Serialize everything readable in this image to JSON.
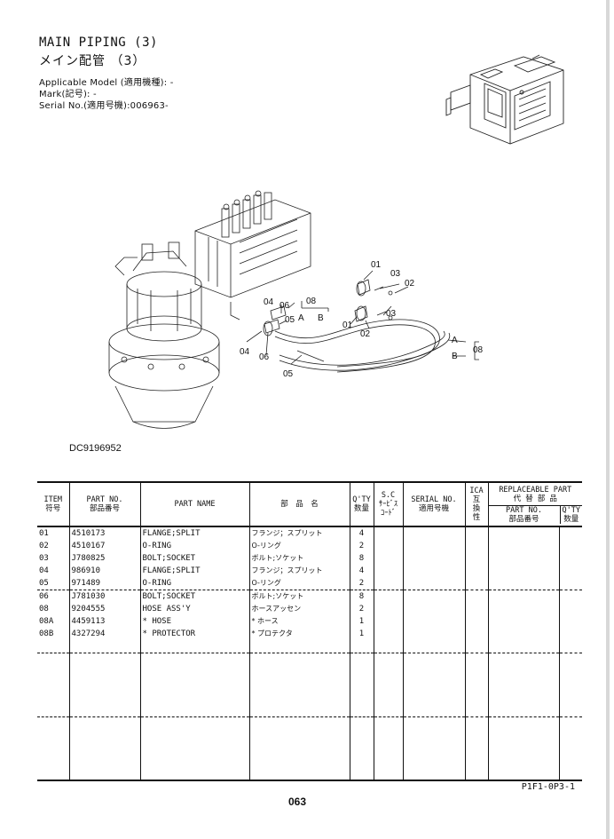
{
  "header": {
    "title_en": "MAIN PIPING (3)",
    "title_jp": "メイン配管 （3）",
    "applicable_model": "Applicable Model (適用機種): -",
    "mark": "Mark(記号): -",
    "serial_no": "Serial No.(適用号機):006963-"
  },
  "diagram": {
    "figure_code": "DC9196952",
    "callouts": [
      "01",
      "03",
      "02",
      "08",
      "04",
      "06",
      "05",
      "A",
      "B",
      "01",
      "02",
      "03",
      "04",
      "06",
      "05",
      "A",
      "B",
      "08"
    ]
  },
  "table": {
    "headers": {
      "item": "ITEM",
      "item_jp": "符号",
      "part_no": "PART NO.",
      "part_no_jp": "部品番号",
      "part_name": "PART NAME",
      "part_name_jp": "部　品　名",
      "qty": "Q'TY",
      "qty_jp": "数量",
      "sc": "S.C",
      "sc_jp1": "ｻｰﾋﾞｽ",
      "sc_jp2": "ｺｰﾄﾞ",
      "serial": "SERIAL NO.",
      "serial_jp": "適用号機",
      "ica": "ICA",
      "ica_jp1": "互",
      "ica_jp2": "換",
      "ica_jp3": "性",
      "replaceable": "REPLACEABLE PART",
      "replaceable_jp": "代 替 部 品",
      "rp_part_no": "PART NO.",
      "rp_part_no_jp": "部品番号",
      "rp_qty": "Q'TY",
      "rp_qty_jp": "数量"
    },
    "rows": [
      {
        "item": "01",
        "part_no": "4510173",
        "name": "FLANGE;SPLIT",
        "name_jp": "フランジ；スプリット",
        "qty": "4"
      },
      {
        "item": "02",
        "part_no": "4510167",
        "name": "O-RING",
        "name_jp": "O-リング",
        "qty": "2"
      },
      {
        "item": "03",
        "part_no": "J780825",
        "name": "BOLT;SOCKET",
        "name_jp": "ボルト;ソケット",
        "qty": "8"
      },
      {
        "item": "04",
        "part_no": "986910",
        "name": "FLANGE;SPLIT",
        "name_jp": "フランジ；スプリット",
        "qty": "4"
      },
      {
        "item": "05",
        "part_no": "971489",
        "name": "O-RING",
        "name_jp": "O-リング",
        "qty": "2"
      },
      {
        "item": "06",
        "part_no": "J781030",
        "name": "BOLT;SOCKET",
        "name_jp": "ボルト;ソケット",
        "qty": "8"
      },
      {
        "item": "08",
        "part_no": "9204555",
        "name": "HOSE ASS'Y",
        "name_jp": "ホースアッセン",
        "qty": "2"
      },
      {
        "item": "08A",
        "part_no": "4459113",
        "name": "* HOSE",
        "name_jp": "* ホース",
        "qty": "1"
      },
      {
        "item": "08B",
        "part_no": "4327294",
        "name": "* PROTECTOR",
        "name_jp": "* プロテクタ",
        "qty": "1"
      }
    ]
  },
  "footer": {
    "code": "P1F1-0P3-1",
    "page_number": "063"
  }
}
